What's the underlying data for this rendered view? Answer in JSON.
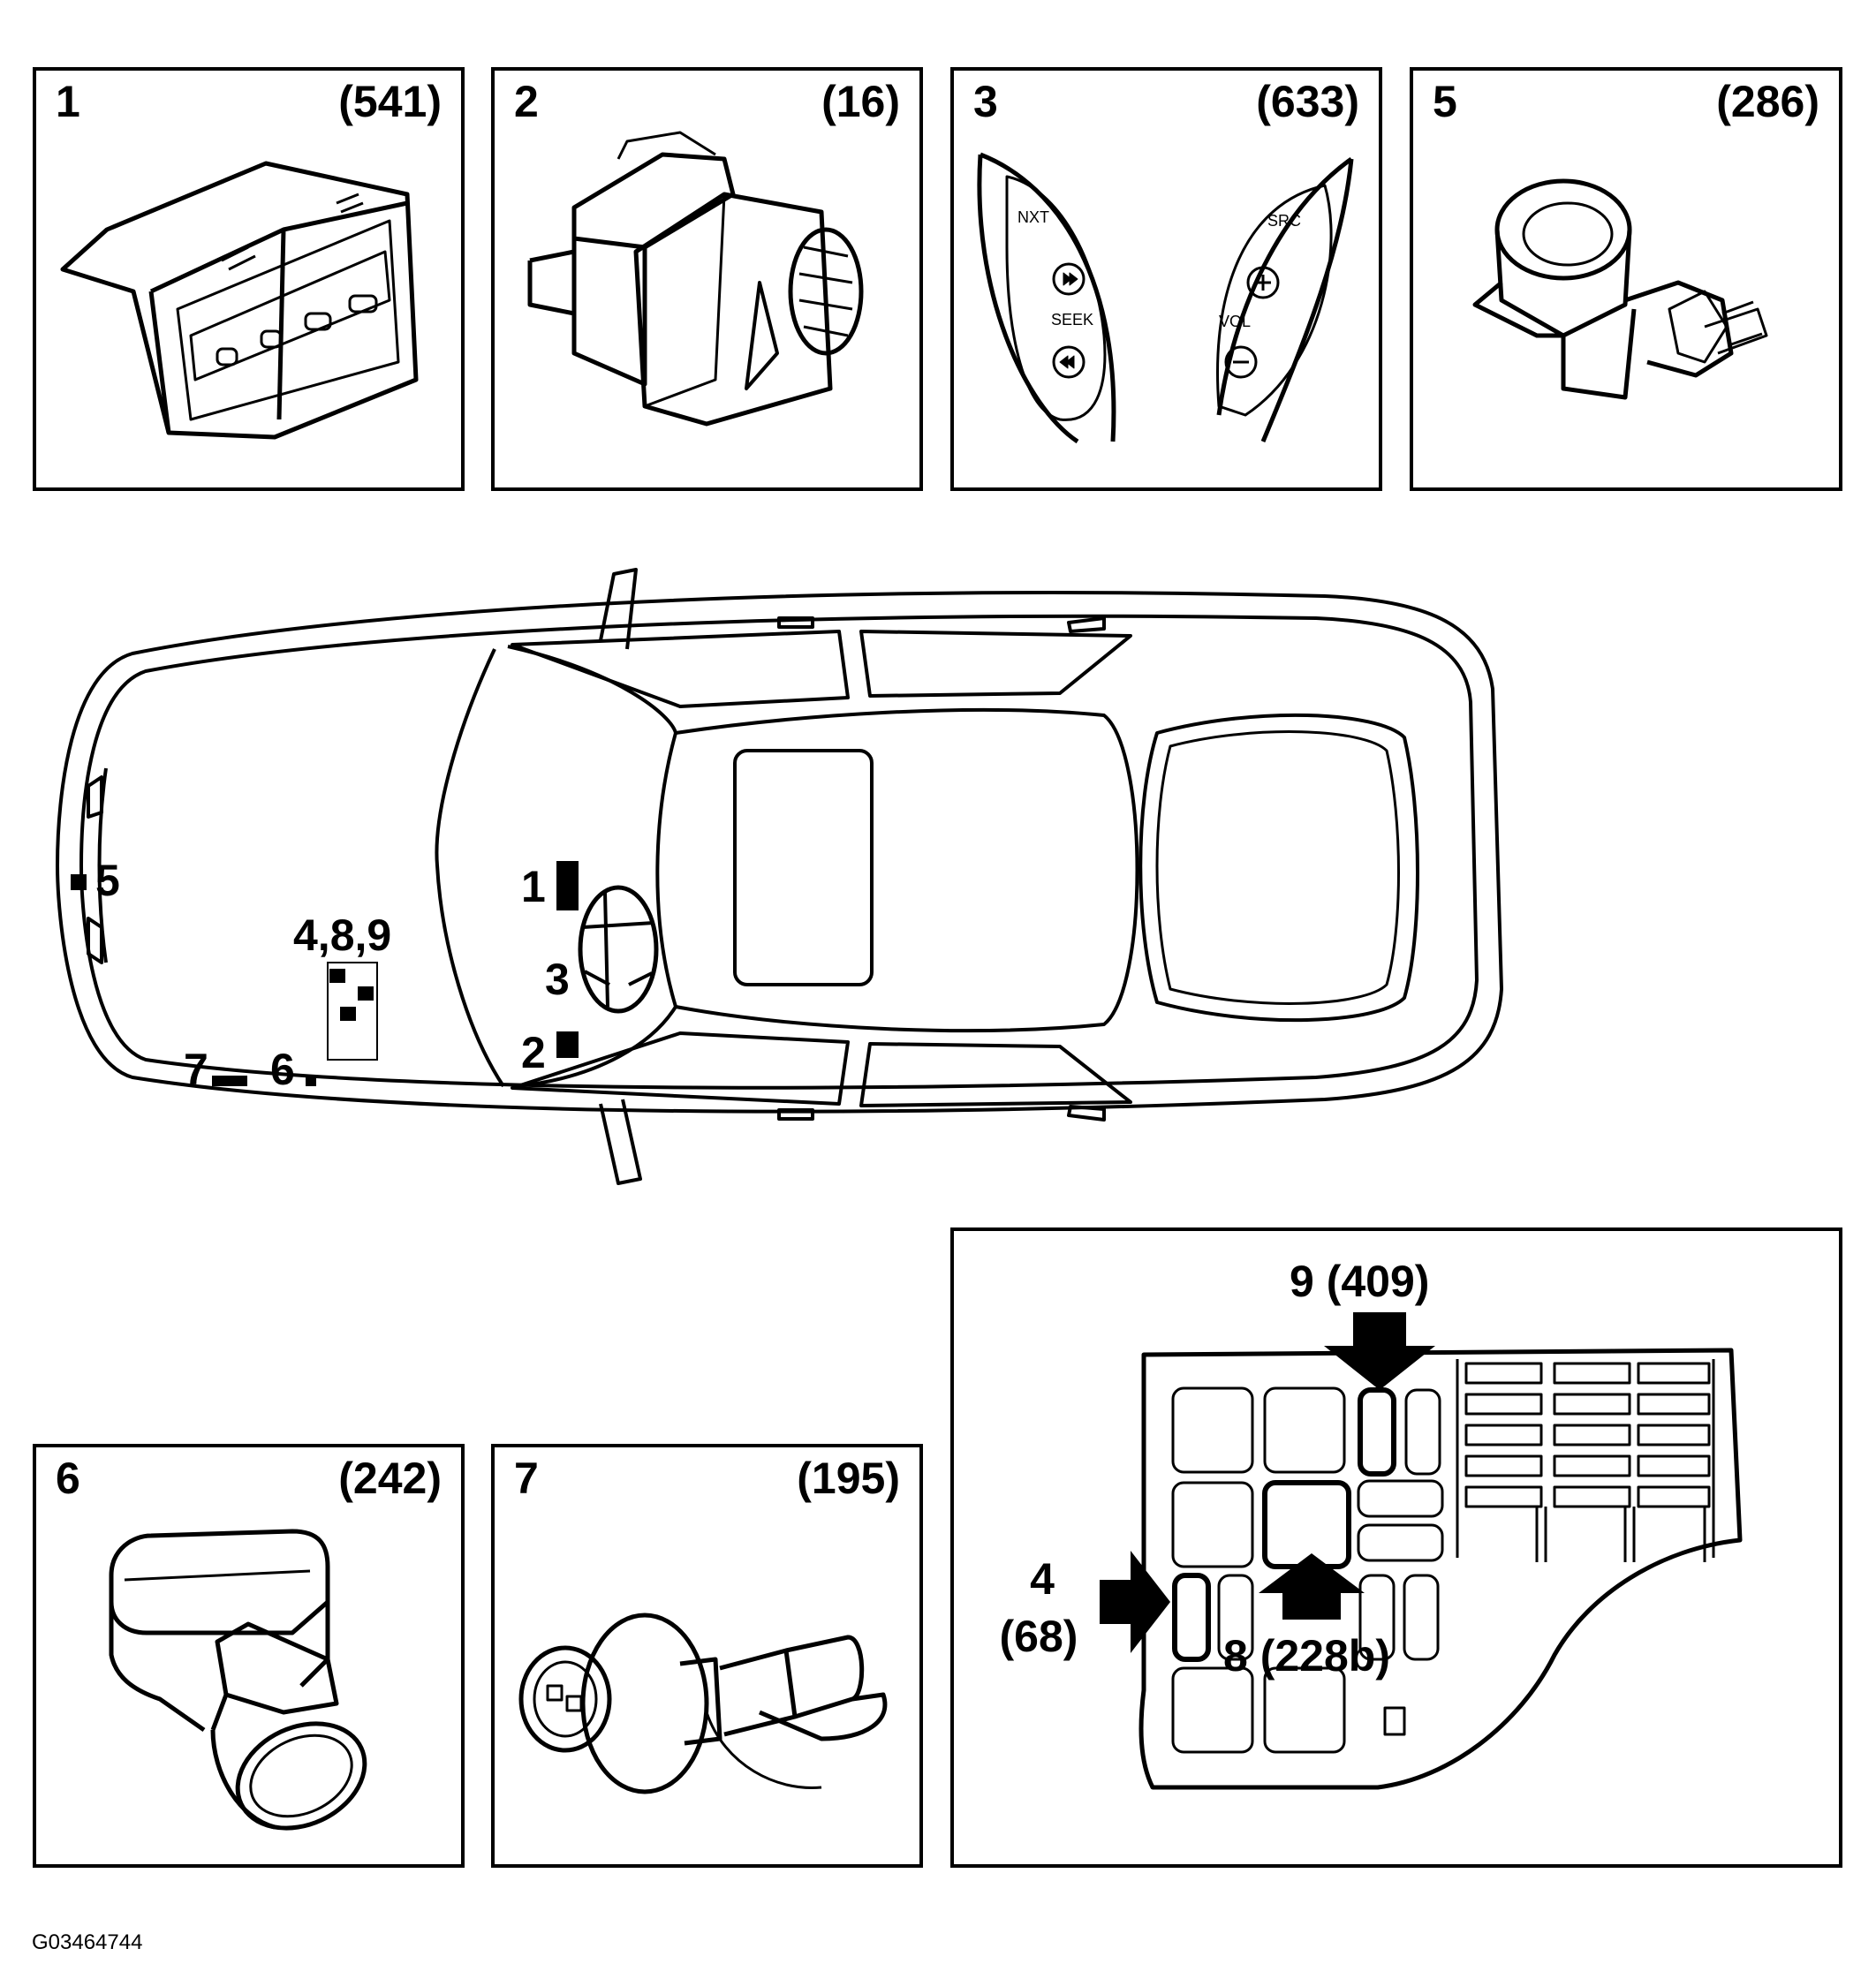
{
  "panels": [
    {
      "num": "1",
      "ref": "(541)"
    },
    {
      "num": "2",
      "ref": "(16)"
    },
    {
      "num": "3",
      "ref": "(633)"
    },
    {
      "num": "5",
      "ref": "(286)"
    },
    {
      "num": "6",
      "ref": "(242)"
    },
    {
      "num": "7",
      "ref": "(195)"
    }
  ],
  "switch_labels": {
    "next": "NXT",
    "seek": "SEEK",
    "source": "SRC",
    "volume": "VOL"
  },
  "car_callouts": {
    "c1": "1",
    "c2": "2",
    "c3": "3",
    "c5": "5",
    "c6": "6",
    "c7": "7",
    "c489": "4,8,9"
  },
  "fuse_box": {
    "item9": "9 (409)",
    "item4_num": "4",
    "item4_ref": "(68)",
    "item8": "8 (228b)"
  },
  "figure_id": "G03464744",
  "colors": {
    "line": "#000000",
    "background": "#ffffff"
  }
}
